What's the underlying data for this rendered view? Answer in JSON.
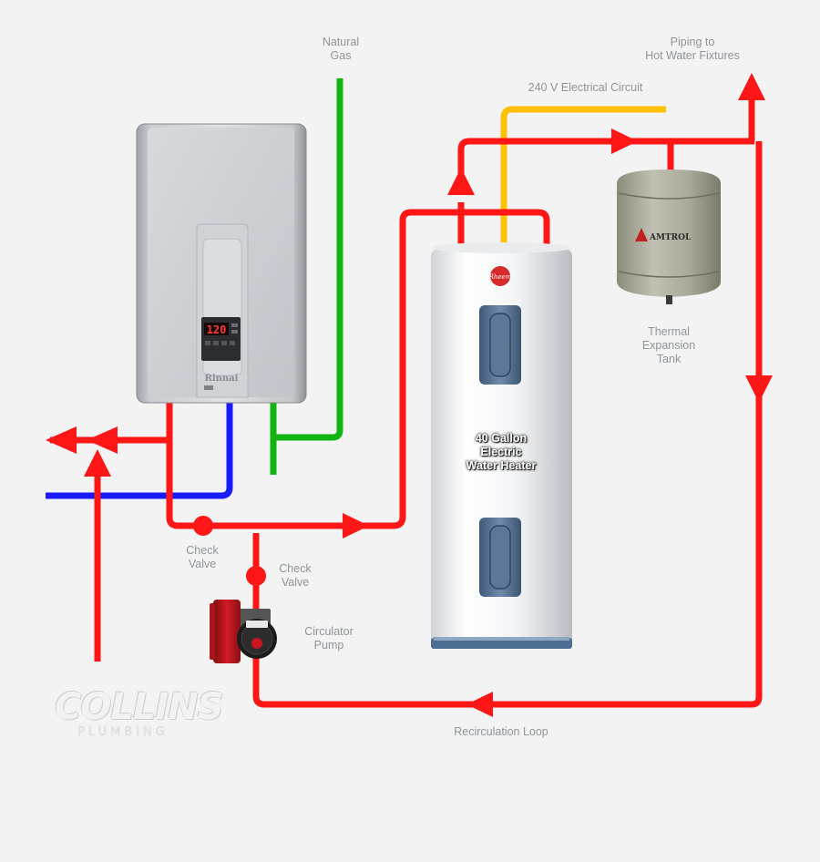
{
  "labels": {
    "natural_gas": [
      "Natural",
      "Gas"
    ],
    "piping": [
      "Piping to",
      "Hot Water Fixtures"
    ],
    "electrical": "240 V Electrical Circuit",
    "expansion_tank": [
      "Thermal",
      "Expansion",
      "Tank"
    ],
    "check_valve_1": [
      "Check",
      "Valve"
    ],
    "check_valve_2": [
      "Check",
      "Valve"
    ],
    "circulator": [
      "Circulator",
      "Pump"
    ],
    "recirculation": "Recirculation Loop",
    "water_heater": [
      "40 Gallon",
      "Electric",
      "Water Heater"
    ]
  },
  "tankless": {
    "display_value": "120",
    "brand": "Rinnai"
  },
  "expansion_tank_brand": "AMTROL",
  "water_heater_brand": "Rheem",
  "logo": {
    "top": "COLLINS",
    "bottom": "PLUMBING"
  },
  "colors": {
    "hot": "#ff1616",
    "cold": "#1a1aff",
    "gas": "#12b412",
    "electric": "#ffc000",
    "label": "#8f9499"
  }
}
